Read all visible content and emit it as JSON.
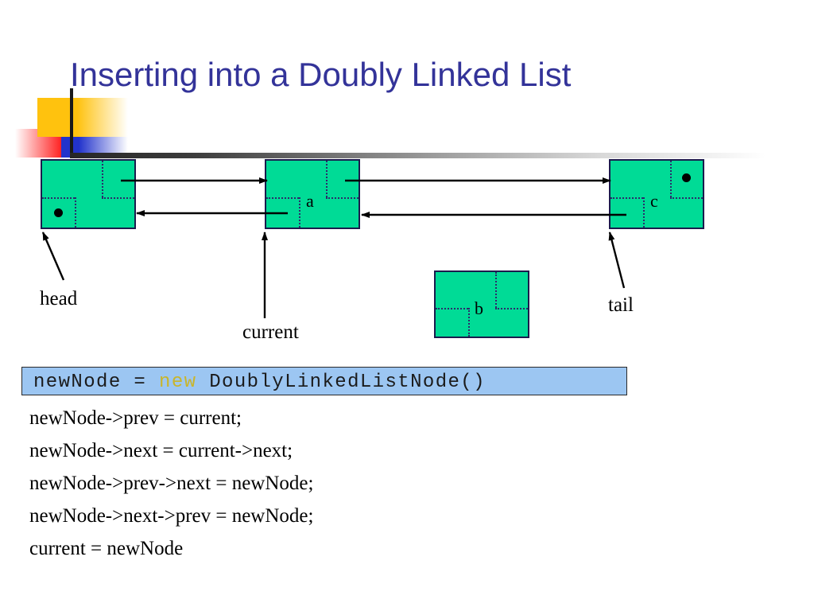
{
  "slide": {
    "title": "Inserting into a Doubly Linked List",
    "background_color": "#ffffff",
    "title_color": "#333399"
  },
  "decoration": {
    "yellow_color": "#FFC20E",
    "red_color": "#FF2222",
    "blue_color": "#2233CC",
    "bar_color": "#262626"
  },
  "diagram": {
    "node_fill": "#00DB96",
    "node_border": "#1b1b4d",
    "nodes": [
      {
        "id": "head-node",
        "label": "",
        "null_dot": "lower-left"
      },
      {
        "id": "a-node",
        "label": "a",
        "null_dot": "none"
      },
      {
        "id": "c-node",
        "label": "c",
        "null_dot": "upper-right"
      },
      {
        "id": "b-node",
        "label": "b",
        "null_dot": "none"
      }
    ],
    "pointers": [
      {
        "id": "head-pointer",
        "label": "head"
      },
      {
        "id": "current-pointer",
        "label": "current"
      },
      {
        "id": "tail-pointer",
        "label": "tail"
      }
    ]
  },
  "code": {
    "highlighted_line": {
      "prefix": "newNode = ",
      "keyword": "new",
      "suffix": " DoublyLinkedListNode()",
      "highlight_color": "#9CC6F2",
      "keyword_color": "#C9B52B"
    },
    "lines": [
      "newNode->prev = current;",
      "newNode->next = current->next;",
      "newNode->prev->next = newNode;",
      "newNode->next->prev = newNode;",
      "current = newNode"
    ]
  }
}
